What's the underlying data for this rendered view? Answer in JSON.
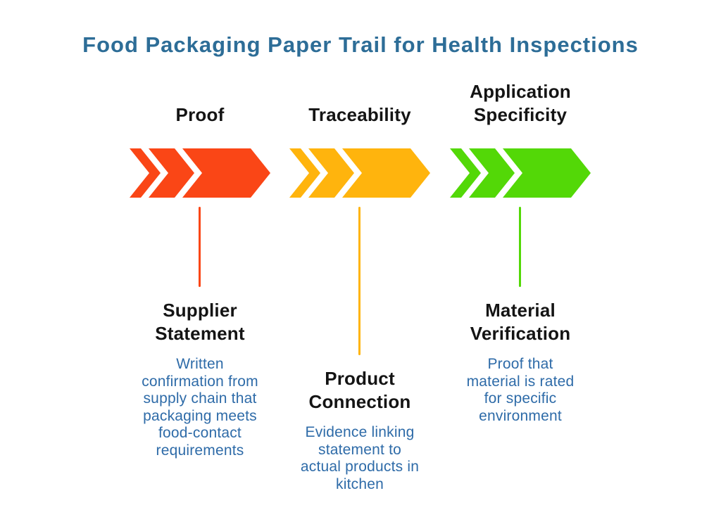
{
  "title": {
    "text": "Food Packaging Paper Trail for Health Inspections",
    "color": "#2D6D97"
  },
  "colors": {
    "background": "#FFFFFF",
    "heading_text": "#141414",
    "body_text": "#2E6BA8"
  },
  "columns": [
    {
      "id": "proof",
      "label": "Proof",
      "label_lines": [
        "Proof"
      ],
      "color": "#FA4616",
      "chevron_count": 3,
      "heading": "Supplier Statement",
      "heading_lines": [
        "Supplier",
        "Statement"
      ],
      "description": "Written confirmation from supply chain that packaging meets food-contact requirements",
      "description_lines": [
        "Written",
        "confirmation from",
        "supply chain that",
        "packaging meets",
        "food-contact",
        "requirements"
      ]
    },
    {
      "id": "traceability",
      "label": "Traceability",
      "label_lines": [
        "Traceability"
      ],
      "color": "#FFB40D",
      "chevron_count": 3,
      "heading": "Product Connection",
      "heading_lines": [
        "Product",
        "Connection"
      ],
      "description": "Evidence linking statement to actual products in kitchen",
      "description_lines": [
        "Evidence linking",
        "statement to",
        "actual products in",
        "kitchen"
      ]
    },
    {
      "id": "application-specificity",
      "label": "Application Specificity",
      "label_lines": [
        "Application",
        "Specificity"
      ],
      "color": "#53D807",
      "chevron_count": 3,
      "heading": "Material Verification",
      "heading_lines": [
        "Material",
        "Verification"
      ],
      "description": "Proof that material is rated for specific environment",
      "description_lines": [
        "Proof that",
        "material is rated",
        "for specific",
        "environment"
      ]
    }
  ]
}
